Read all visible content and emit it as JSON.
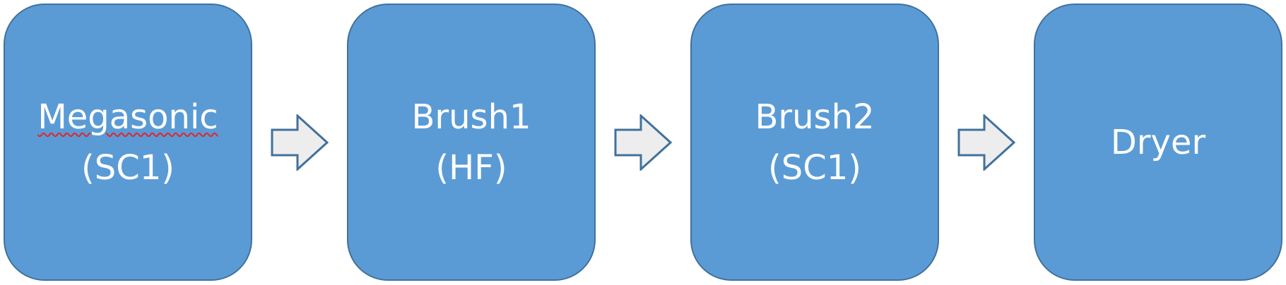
{
  "steps": [
    {
      "line1": "Megasonic",
      "line2": "(SC1)"
    },
    {
      "line1": "Brush1",
      "line2": "(HF)"
    },
    {
      "line1": "Brush2",
      "line2": "(SC1)"
    },
    {
      "line1": "Dryer",
      "line2": ""
    }
  ],
  "colors": {
    "box_fill": "#5b9bd5",
    "box_border": "#41719c",
    "box_text": "#ffffff",
    "arrow_fill": "#ededed",
    "arrow_border": "#41719c",
    "spellcheck_underline": "#e0262b"
  },
  "icons": {
    "arrow": "right-arrow-icon"
  }
}
